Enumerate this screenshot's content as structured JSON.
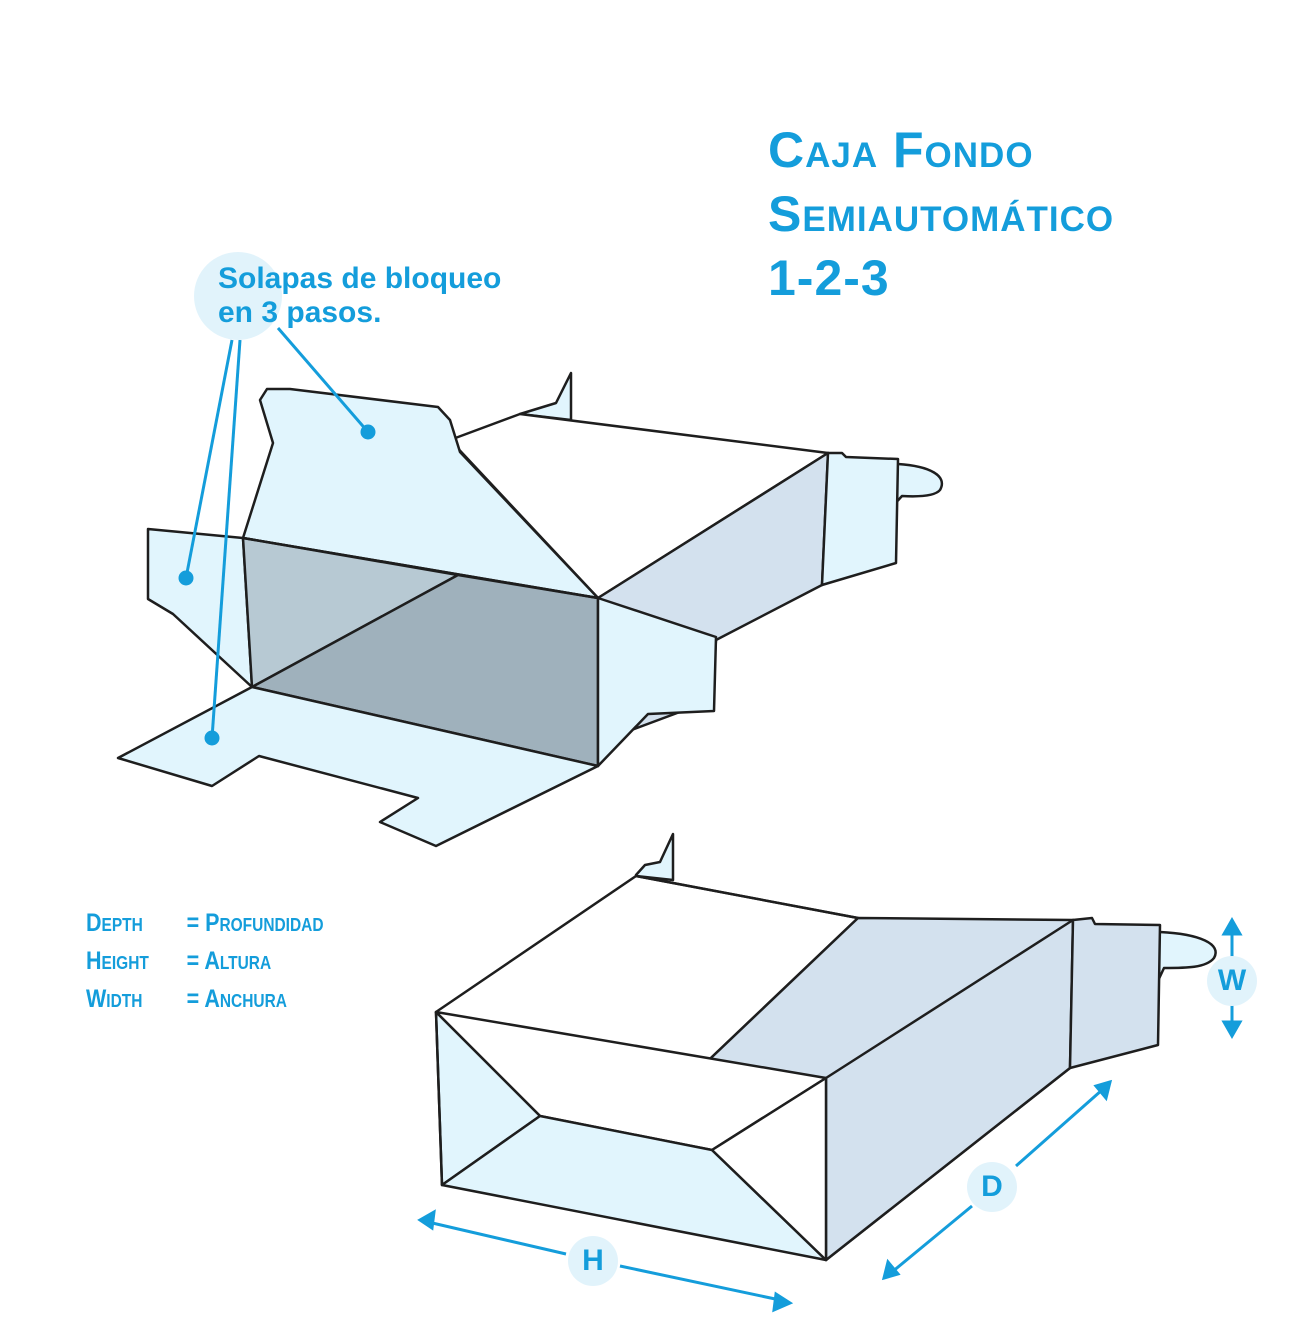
{
  "title": {
    "line1": "Caja Fondo",
    "line2": "Semiautomático",
    "line3": "1-2-3"
  },
  "callout": {
    "line1": "Solapas de bloqueo",
    "line2": "en 3 pasos."
  },
  "legend": [
    {
      "key": "Depth",
      "eq": "=",
      "value": "Profundidad"
    },
    {
      "key": "Height",
      "eq": "=",
      "value": "Altura"
    },
    {
      "key": "Width",
      "eq": "=",
      "value": "Anchura"
    }
  ],
  "dimensions": {
    "w": "W",
    "d": "D",
    "h": "H"
  },
  "colors": {
    "accent": "#149ddb",
    "panel_light": "#e1f5fd",
    "panel_side": "#d3e1ee",
    "panel_shadow": "#b7c9d3",
    "panel_dark": "#9fb1bc",
    "outline": "#1e1e1e"
  }
}
